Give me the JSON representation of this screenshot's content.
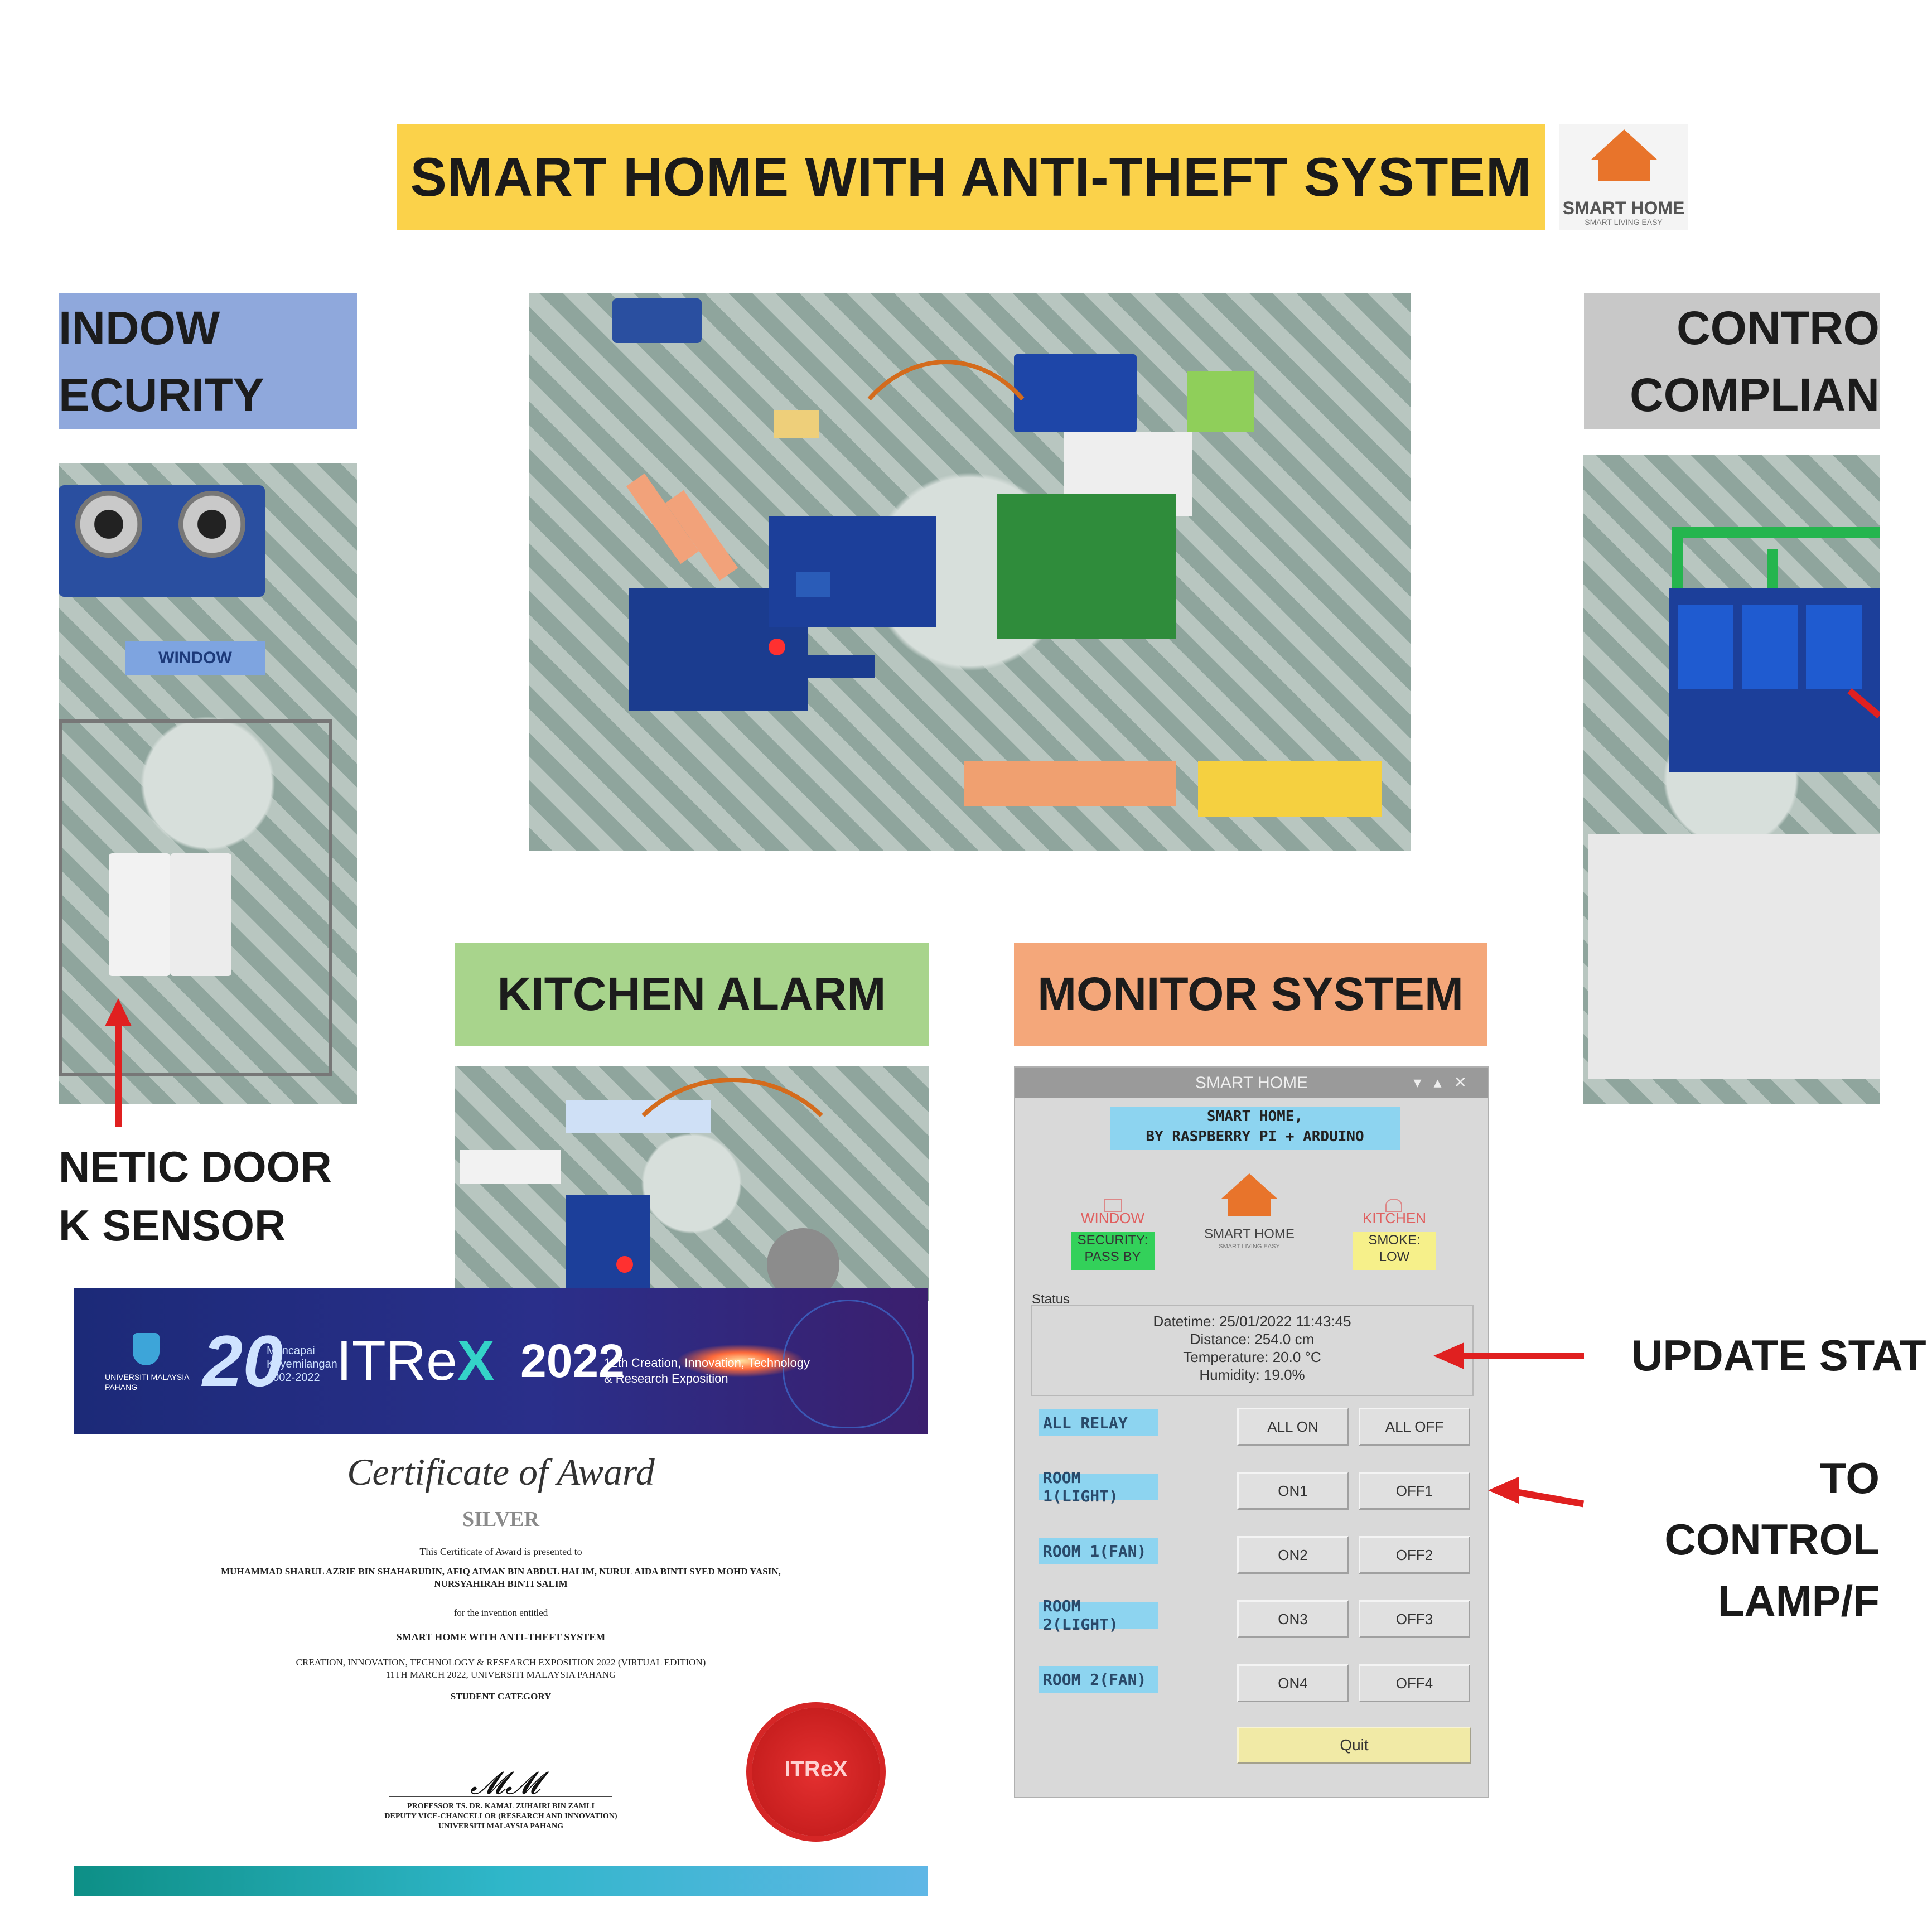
{
  "title": "SMART HOME WITH ANTI-THEFT SYSTEM",
  "logo": {
    "text": "SMART HOME",
    "tagline": "SMART LIVING EASY",
    "color": "#e8742b"
  },
  "sections": {
    "window": {
      "line1": "INDOW",
      "line2": "ECURITY",
      "caption_line1": "NETIC DOOR",
      "caption_line2": "K SENSOR",
      "color": "#8fa8dc"
    },
    "control": {
      "line1": "CONTRO",
      "line2": "COMPLIAN",
      "color": "#c8c8c8"
    },
    "kitchen": {
      "label": "KITCHEN ALARM",
      "color": "#a8d48c"
    },
    "monitor": {
      "label": "MONITOR SYSTEM",
      "color": "#f4a77a"
    },
    "annotations": {
      "update": "UPDATE STAT",
      "control_line1": "TO CONTROL",
      "control_line2": "LAMP/F"
    }
  },
  "photo_labels": {
    "window_tag": "WINDOW"
  },
  "gui": {
    "window_title": "SMART HOME",
    "heading_line1": "SMART HOME,",
    "heading_line2": "BY RASPBERRY PI + ARDUINO",
    "window_col": {
      "title": "WINDOW",
      "badge_line1": "SECURITY:",
      "badge_line2": "PASS BY",
      "badge_color": "#33d15a"
    },
    "kitchen_col": {
      "title": "KITCHEN",
      "badge_line1": "SMOKE:",
      "badge_line2": "LOW",
      "badge_color": "#f6f08a"
    },
    "logo_text": "SMART HOME",
    "status": {
      "legend": "Status",
      "datetime": "Datetime: 25/01/2022 11:43:45",
      "distance": "Distance: 254.0 cm",
      "temperature": "Temperature: 20.0 °C",
      "humidity": "Humidity: 19.0%"
    },
    "relays": [
      {
        "label": "ALL RELAY",
        "on": "ALL ON",
        "off": "ALL OFF"
      },
      {
        "label": "ROOM 1(LIGHT)",
        "on": "ON1",
        "off": "OFF1"
      },
      {
        "label": "ROOM 1(FAN)",
        "on": "ON2",
        "off": "OFF2"
      },
      {
        "label": "ROOM 2(LIGHT)",
        "on": "ON3",
        "off": "OFF3"
      },
      {
        "label": "ROOM 2(FAN)",
        "on": "ON4",
        "off": "OFF4"
      }
    ],
    "quit": "Quit"
  },
  "certificate": {
    "header": {
      "university": "UNIVERSITI MALAYSIA PAHANG",
      "anniversary": "20",
      "anniversary_sub": "Mencapai Keyemilangan 2002-2022",
      "event_brand_pre": "ITRe",
      "event_brand_x": "X",
      "event_year": "2022",
      "event_desc_line1": "12th Creation, Innovation, Technology",
      "event_desc_line2": "& Research Exposition"
    },
    "title": "Certificate of Award",
    "award": "SILVER",
    "presented": "This Certificate of Award is presented to",
    "names_line1": "MUHAMMAD SHARUL AZRIE BIN SHAHARUDIN, AFIQ AIMAN BIN ABDUL HALIM, NURUL AIDA BINTI SYED MOHD YASIN,",
    "names_line2": "NURSYAHIRAH BINTI SALIM",
    "for_text": "for the invention entitled",
    "invention": "SMART HOME WITH ANTI-THEFT SYSTEM",
    "event_line1": "CREATION, INNOVATION, TECHNOLOGY & RESEARCH EXPOSITION 2022 (VIRTUAL EDITION)",
    "event_line2": "11TH MARCH 2022, UNIVERSITI MALAYSIA PAHANG",
    "category": "STUDENT CATEGORY",
    "signer_line1": "PROFESSOR TS. DR. KAMAL ZUHAIRI BIN ZAMLI",
    "signer_line2": "DEPUTY VICE-CHANCELLOR (RESEARCH AND INNOVATION)",
    "signer_line3": "UNIVERSITI MALAYSIA PAHANG",
    "seal_text": "ITReX"
  }
}
